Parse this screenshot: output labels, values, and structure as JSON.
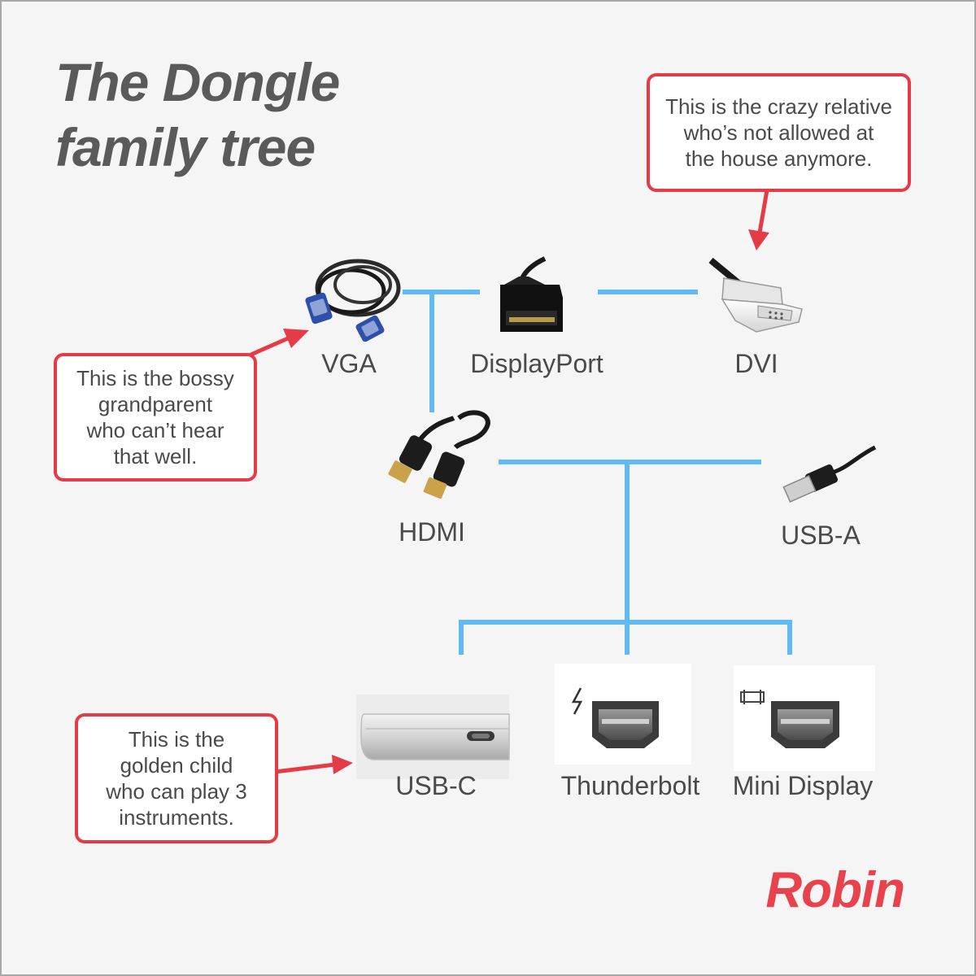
{
  "title": {
    "line1": "The Dongle",
    "line2": "family tree"
  },
  "connectors": {
    "vga": "VGA",
    "displayport": "DisplayPort",
    "dvi": "DVI",
    "hdmi": "HDMI",
    "usb_a": "USB-A",
    "usb_c": "USB-C",
    "thunderbolt": "Thunderbolt",
    "mini_display": "Mini Display"
  },
  "notes": {
    "dvi": "This is the crazy relative\nwho’s not allowed at\nthe house anymore.",
    "vga": "This is the bossy\ngrandparent\nwho can’t hear\nthat well.",
    "usb_c": "This is the\ngolden child\nwho can play 3\ninstruments."
  },
  "brand": "Robin",
  "colors": {
    "tree_line": "#62baf3",
    "callout": "#e43b47",
    "brand": "#e8424d",
    "text": "#4a4a4a"
  },
  "icons": [
    "vga-cable-icon",
    "displayport-plug-icon",
    "dvi-plug-icon",
    "hdmi-cable-icon",
    "usb-a-plug-icon",
    "laptop-usb-c-icon",
    "thunderbolt-port-icon",
    "mini-displayport-icon"
  ]
}
